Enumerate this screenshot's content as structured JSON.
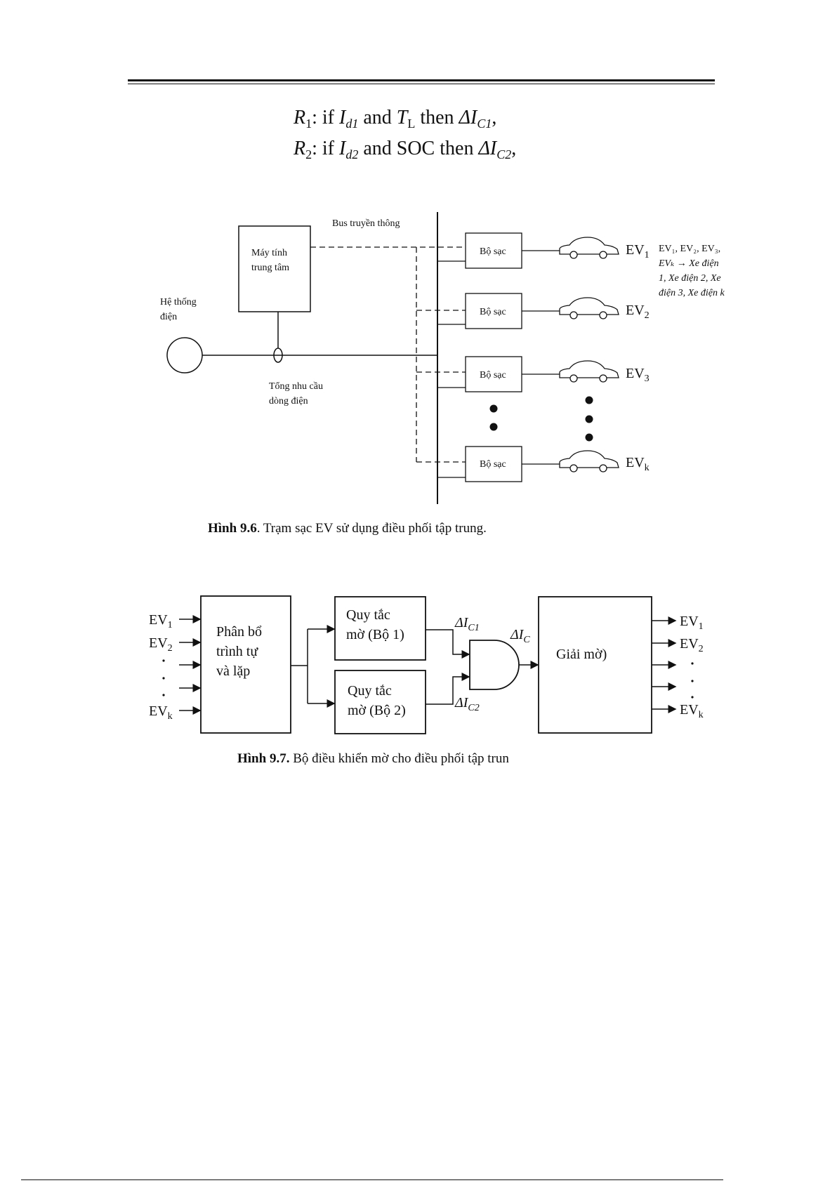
{
  "rules": {
    "r1": {
      "R": "R",
      "Rsub": "1",
      "if": ": if ",
      "I": "I",
      "Isub": "d1",
      "and": " and ",
      "T": "T",
      "Tsub": "L",
      "then": " then ",
      "dI": "ΔI",
      "dIsub": "C1",
      "end": ","
    },
    "r2": {
      "R": "R",
      "Rsub": "2",
      "if": ": if ",
      "I": "I",
      "Isub": "d2",
      "and": " and SOC",
      "then": " then ",
      "dI": "ΔI",
      "dIsub": "C2",
      "end": ","
    }
  },
  "fig96": {
    "bus_label": "Bus truyền thông",
    "central_pc": [
      "Máy tính",
      "trung tâm"
    ],
    "power_system": [
      "Hệ thống",
      "điện"
    ],
    "total_demand": [
      "Tổng nhu cầu",
      "dòng điện"
    ],
    "charger_label": "Bộ sạc",
    "ev_labels": [
      {
        "base": "EV",
        "sub": "1"
      },
      {
        "base": "EV",
        "sub": "2"
      },
      {
        "base": "EV",
        "sub": "3"
      },
      {
        "base": "EV",
        "sub": "k"
      }
    ],
    "note": [
      "EV₁, EV₂, EV₃,",
      "EVₖ → Xe điện",
      "1, Xe điện 2, Xe",
      "điện 3, Xe điện k"
    ],
    "caption_bold": "Hình 9.6",
    "caption_text": ". Trạm sạc EV sử dụng điều phối tập trung."
  },
  "fig97": {
    "inputs": [
      {
        "base": "EV",
        "sub": "1"
      },
      {
        "base": "EV",
        "sub": "2"
      },
      {
        "base": "EV",
        "sub": "k"
      }
    ],
    "block1": [
      "Phân bổ",
      "trình tự",
      "và lặp"
    ],
    "rule1": [
      "Quy tắc",
      "mờ (Bộ 1)"
    ],
    "rule2": [
      "Quy tắc",
      "mờ (Bộ 2)"
    ],
    "dic1": {
      "base": "ΔI",
      "sub": "C1"
    },
    "dic2": {
      "base": "ΔI",
      "sub": "C2"
    },
    "dic": {
      "base": "ΔI",
      "sub": "C"
    },
    "defuzz": "Giải mờ)",
    "outputs": [
      {
        "base": "EV",
        "sub": "1"
      },
      {
        "base": "EV",
        "sub": "2"
      },
      {
        "base": "EV",
        "sub": "k"
      }
    ],
    "caption_bold": "Hình 9.7.",
    "caption_text": " Bộ điều khiển mờ cho điều phối tập trun"
  }
}
